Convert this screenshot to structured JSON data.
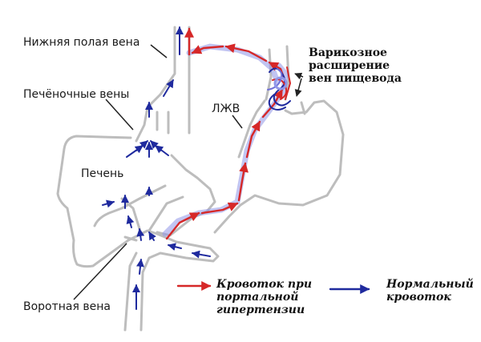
{
  "labels": {
    "ivc": "Нижняя полая вена",
    "hepatic_veins": "Печёночные вены",
    "liver": "Печень",
    "portal_vein": "Воротная вена",
    "lgv": "ЛЖВ",
    "varices": [
      "Варикозное",
      "расширение",
      "вен пищевода"
    ]
  },
  "legend": {
    "portal_hypertension": [
      "Кровоток при",
      "портальной",
      "гипертензии"
    ],
    "normal_flow": [
      "Нормальный",
      "кровоток"
    ]
  },
  "colors": {
    "organ_outline": "#bdbdbd",
    "normal_arrow": "#1f2a9e",
    "hypertension_arrow": "#d62828",
    "vein_overlay": "#8f95e8"
  }
}
